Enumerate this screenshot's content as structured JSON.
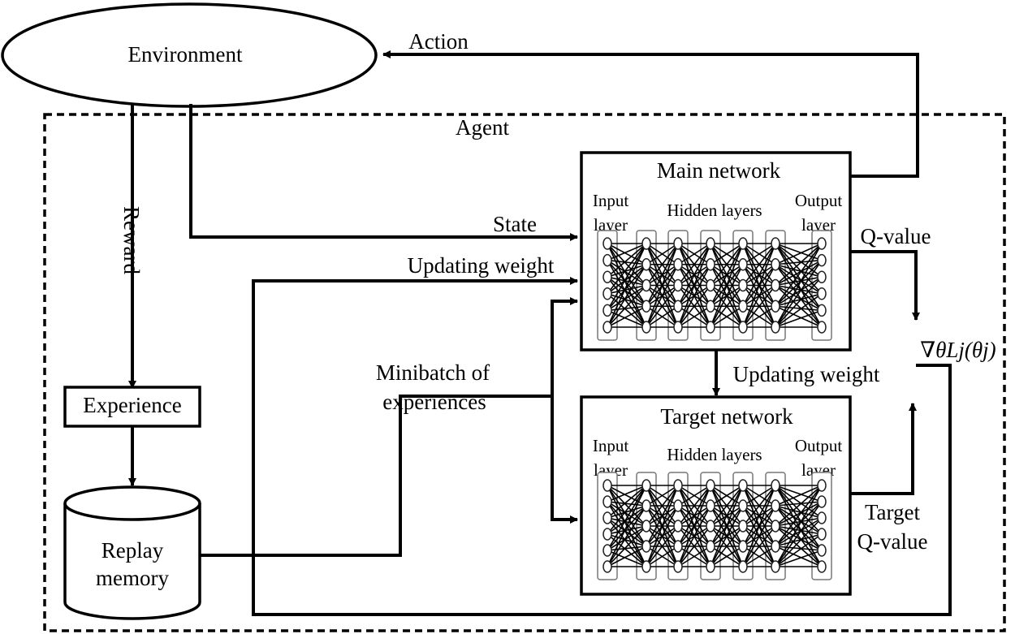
{
  "environment": {
    "label": "Environment"
  },
  "agent": {
    "label": "Agent"
  },
  "arrows": {
    "action": "Action",
    "reward": "Reward",
    "state": "State",
    "updating_weight_main": "Updating weight",
    "updating_weight_target": "Updating weight",
    "minibatch_line1": "Minibatch of",
    "minibatch_line2": "experiences",
    "q_value": "Q-value",
    "target_q_line1": "Target",
    "target_q_line2": "Q-value",
    "gradient": "∇θLj(θj)"
  },
  "experience": {
    "label": "Experience"
  },
  "replay_memory": {
    "line1": "Replay",
    "line2": "memory"
  },
  "main_network": {
    "title": "Main network",
    "input_line1": "Input",
    "input_line2": "layer",
    "hidden": "Hidden layers",
    "output_line1": "Output",
    "output_line2": "layer"
  },
  "target_network": {
    "title": "Target network",
    "input_line1": "Input",
    "input_line2": "layer",
    "hidden": "Hidden layers",
    "output_line1": "Output",
    "output_line2": "layer"
  }
}
